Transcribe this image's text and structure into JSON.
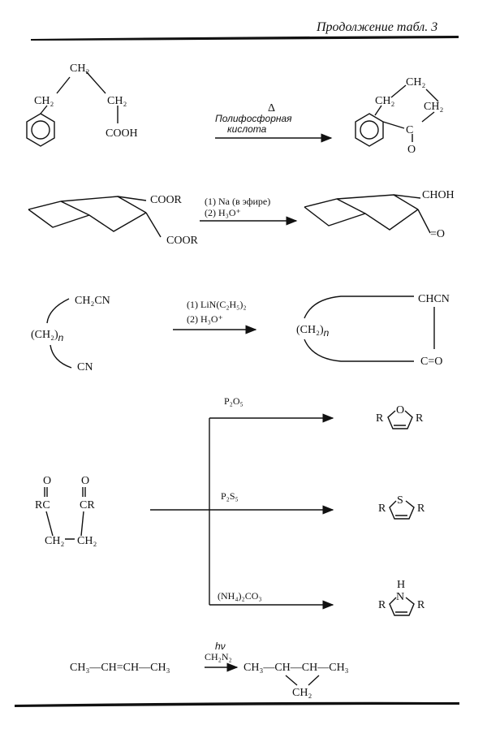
{
  "header": {
    "continuation": "Продолжение табл. 3"
  },
  "reactions": [
    {
      "reactant": {
        "ch2_top": "CH₂",
        "ch2_left": "CH₂",
        "ch2_right": "CH₂",
        "group": "COOH"
      },
      "conditions": [
        "Δ",
        "Полифосфорная",
        "кислота"
      ],
      "product": {
        "ch2_a": "CH₂",
        "ch2_b": "CH₂",
        "ch2_c": "CH₂",
        "carbonyl": "C",
        "oxygen": "O"
      }
    },
    {
      "reactant": {
        "group1": "COOR",
        "group2": "COOR"
      },
      "conditions": [
        "(1) Na (в эфире)",
        "(2) H₃O⁺"
      ],
      "product": {
        "group": "CHOH",
        "carbonyl": "=O"
      }
    },
    {
      "reactant": {
        "group1": "CH₂CN",
        "chain": "(CH₂)",
        "chain_sub": "n",
        "group2": "CN"
      },
      "conditions": [
        "(1) LiN(C₂H₅)₂",
        "(2) H₃O⁺"
      ],
      "product": {
        "chain": "(CH₂)",
        "chain_sub": "n",
        "group1": "CHCN",
        "group2": "C=O"
      }
    },
    {
      "reactant": {
        "o1": "O",
        "o2": "O",
        "rc1": "RC",
        "rc2": "CR",
        "ch2_1": "CH₂",
        "ch2_2": "CH₂"
      },
      "branches": [
        {
          "reagent": "P₂O₅",
          "heteroatom": "O",
          "r_left": "R",
          "r_right": "R"
        },
        {
          "reagent": "P₂S₅",
          "heteroatom": "S",
          "r_left": "R",
          "r_right": "R"
        },
        {
          "reagent": "(NH₄)₂CO₃",
          "heteroatom": "N",
          "h": "H",
          "r_left": "R",
          "r_right": "R"
        }
      ]
    },
    {
      "reactant": "CH₃—CH=CH—CH₃",
      "conditions": [
        "hν",
        "CH₂N₂"
      ],
      "product_chain": "CH₃—CH—CH—CH₃",
      "product_bridge": "CH₂"
    }
  ]
}
